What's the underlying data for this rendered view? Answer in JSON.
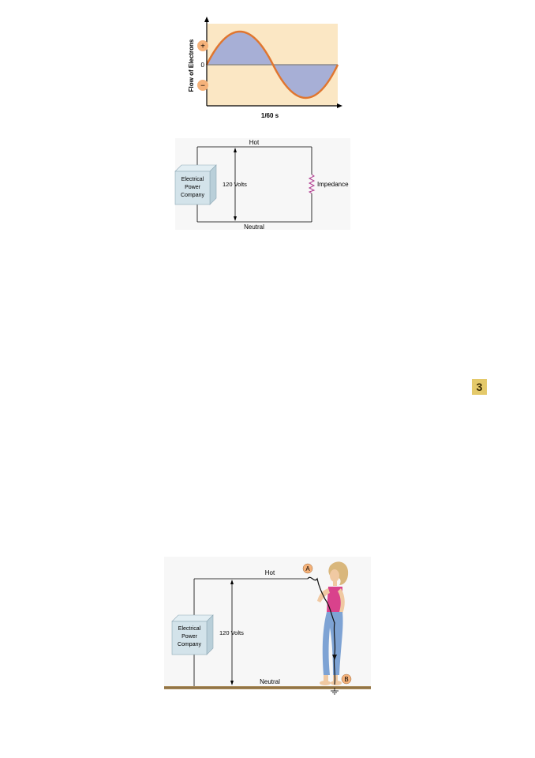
{
  "figure_ac_wave": {
    "ylabel": "Flow of Electrons",
    "plus": "+",
    "zero": "0",
    "minus": "−",
    "xlabel": "1/60 s",
    "colors": {
      "background": "#fbe7c4",
      "wave": "#e0762f",
      "fill": "#a7afd6",
      "axis": "#000000"
    }
  },
  "figure_circuit": {
    "hot": "Hot",
    "neutral": "Neutral",
    "source_line1": "Electrical",
    "source_line2": "Power",
    "source_line3": "Company",
    "voltage": "120 Volts",
    "load": "Impedance",
    "colors": {
      "resistor": "#b03a8e",
      "background": "#f7f7f7"
    }
  },
  "page_badge": "3",
  "figure_shock": {
    "hot": "Hot",
    "neutral": "Neutral",
    "source_line1": "Electrical",
    "source_line2": "Power",
    "source_line3": "Company",
    "voltage": "120 Volts",
    "point_a": "A",
    "point_b": "B",
    "colors": {
      "marker": "#f5b27a",
      "ground": "#a88a5a",
      "shirt": "#d9428c",
      "jeans": "#7ea3d4",
      "hair": "#d9b77c",
      "skin": "#f0c9a2"
    }
  }
}
